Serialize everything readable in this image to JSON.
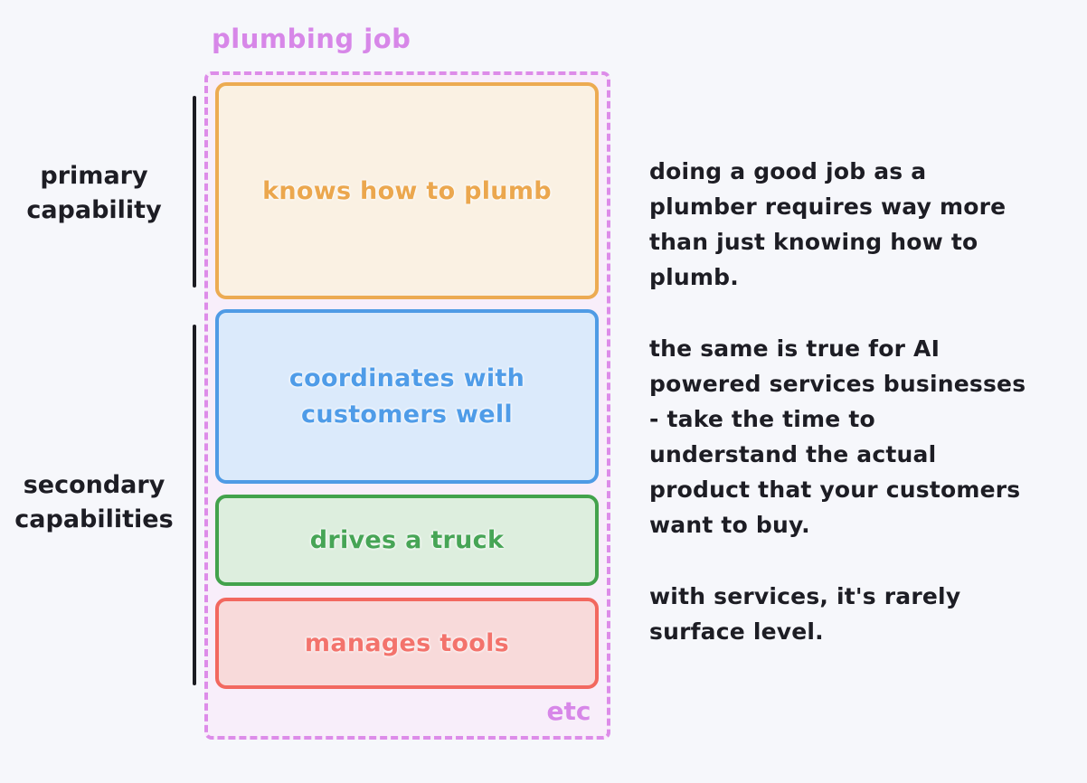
{
  "diagram": {
    "title": "plumbing job",
    "etc_label": "etc",
    "group_labels": {
      "primary": "primary\ncapability",
      "secondary": "secondary\ncapabilities"
    },
    "boxes": [
      {
        "id": "knows-how-to-plumb",
        "label": "knows how to plumb",
        "color": "#eba74e",
        "fill": "#faf1e3"
      },
      {
        "id": "coordinates-with-customers",
        "label": "coordinates with\ncustomers well",
        "color": "#4f9ce8",
        "fill": "#dbeafb"
      },
      {
        "id": "drives-a-truck",
        "label": "drives a truck",
        "color": "#47a556",
        "fill": "#ddeede"
      },
      {
        "id": "manages-tools",
        "label": "manages tools",
        "color": "#f3736c",
        "fill": "#f8dada"
      }
    ],
    "frame_color": "#dd8ce9",
    "frame_fill": "#f8eefa",
    "ink_color": "#1d1d24",
    "background_color": "#f6f7fb"
  },
  "annotations": {
    "para1": "doing a good job as a\nplumber requires way more\nthan just knowing how to\nplumb.",
    "para2": "the same is true for AI\npowered services businesses\n- take the time to\nunderstand the actual\nproduct that your customers\nwant to buy.",
    "para3": "with services, it's rarely\nsurface level."
  }
}
